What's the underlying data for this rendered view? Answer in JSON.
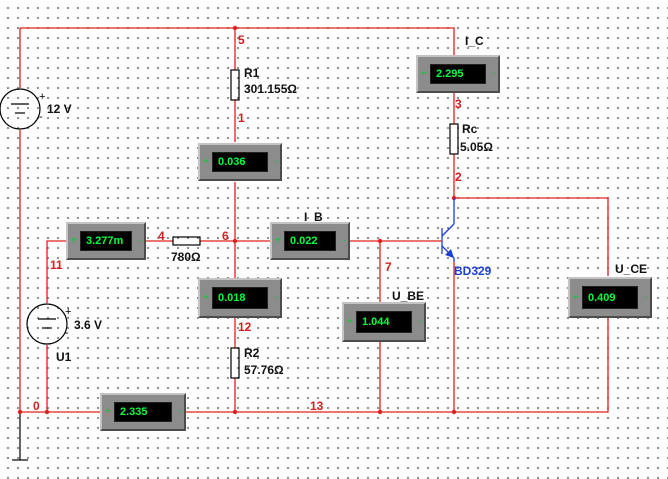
{
  "circuit": {
    "sources": [
      {
        "value_label": "12 V",
        "plus": "+",
        "minus": "-"
      },
      {
        "value_label": "3.6 V",
        "plus": "+",
        "minus": "-",
        "name": "U1"
      }
    ],
    "resistors": [
      {
        "name": "R1",
        "value": "301.155Ω"
      },
      {
        "name": "Rc",
        "value": "5.05Ω"
      },
      {
        "name": "R2",
        "value": "57.76Ω"
      },
      {
        "name": "",
        "value": "780Ω"
      }
    ],
    "transistor": {
      "model": "BD329"
    },
    "nodes": [
      "5",
      "1",
      "3",
      "2",
      "4",
      "6",
      "7",
      "11",
      "12",
      "0",
      "13"
    ],
    "meters": [
      {
        "label": "I_C",
        "reading": "2.295"
      },
      {
        "label": "",
        "reading": "0.036"
      },
      {
        "label": "",
        "reading": "3.277m"
      },
      {
        "label": "I_B",
        "reading": "0.022"
      },
      {
        "label": "",
        "reading": "0.018"
      },
      {
        "label": "U_BE",
        "reading": "1.044"
      },
      {
        "label": "U_CE",
        "reading": "0.409"
      },
      {
        "label": "",
        "reading": "2.335"
      }
    ],
    "terminal_plus": "+",
    "terminal_minus": "-"
  },
  "colors": {
    "wire": "#e0201e",
    "node_label": "#d42020",
    "transistor": "#1a3fd8",
    "meter_body": "#8c8c8c",
    "meter_digits": "#00ff3c"
  }
}
